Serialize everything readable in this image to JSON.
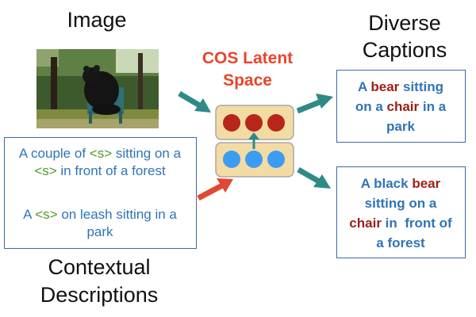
{
  "headings": {
    "image": "Image",
    "captions_line1": "Diverse",
    "captions_line2": "Captions",
    "context_line1": "Contextual",
    "context_line2": "Descriptions",
    "latent_line1": "COS Latent",
    "latent_line2": "Space"
  },
  "contextual": [
    {
      "parts": [
        {
          "text": "A couple of ",
          "style": "plain"
        },
        {
          "text": "<s>",
          "style": "token"
        },
        {
          "text": " sitting on a ",
          "style": "plain"
        },
        {
          "text": "<s>",
          "style": "token"
        },
        {
          "text": " in front of a forest",
          "style": "plain"
        }
      ]
    },
    {
      "parts": [
        {
          "text": "A ",
          "style": "plain"
        },
        {
          "text": "<s>",
          "style": "token"
        },
        {
          "text": " on leash sitting in a park",
          "style": "plain"
        }
      ]
    }
  ],
  "captions": [
    {
      "lines": [
        [
          {
            "text": "A ",
            "style": "plain"
          },
          {
            "text": "bear",
            "style": "red"
          },
          {
            "text": " sitting",
            "style": "plain"
          }
        ],
        [
          {
            "text": "on a ",
            "style": "plain"
          },
          {
            "text": "chair",
            "style": "red"
          },
          {
            "text": " in a",
            "style": "plain"
          }
        ],
        [
          {
            "text": "park",
            "style": "plain"
          }
        ]
      ]
    },
    {
      "lines": [
        [
          {
            "text": "A black ",
            "style": "plain"
          },
          {
            "text": "bear",
            "style": "red"
          }
        ],
        [
          {
            "text": "sitting on a",
            "style": "plain"
          }
        ],
        [
          {
            "text": "chair",
            "style": "red"
          },
          {
            "text": " in  front of",
            "style": "plain"
          }
        ],
        [
          {
            "text": "a forest",
            "style": "plain"
          }
        ]
      ]
    }
  ],
  "colors": {
    "dot_top": "#b7261b",
    "dot_bottom": "#3c9cf2",
    "tray": "#f3dca4",
    "arrow_teal": "#2f8a86",
    "arrow_red": "#e2472f"
  }
}
